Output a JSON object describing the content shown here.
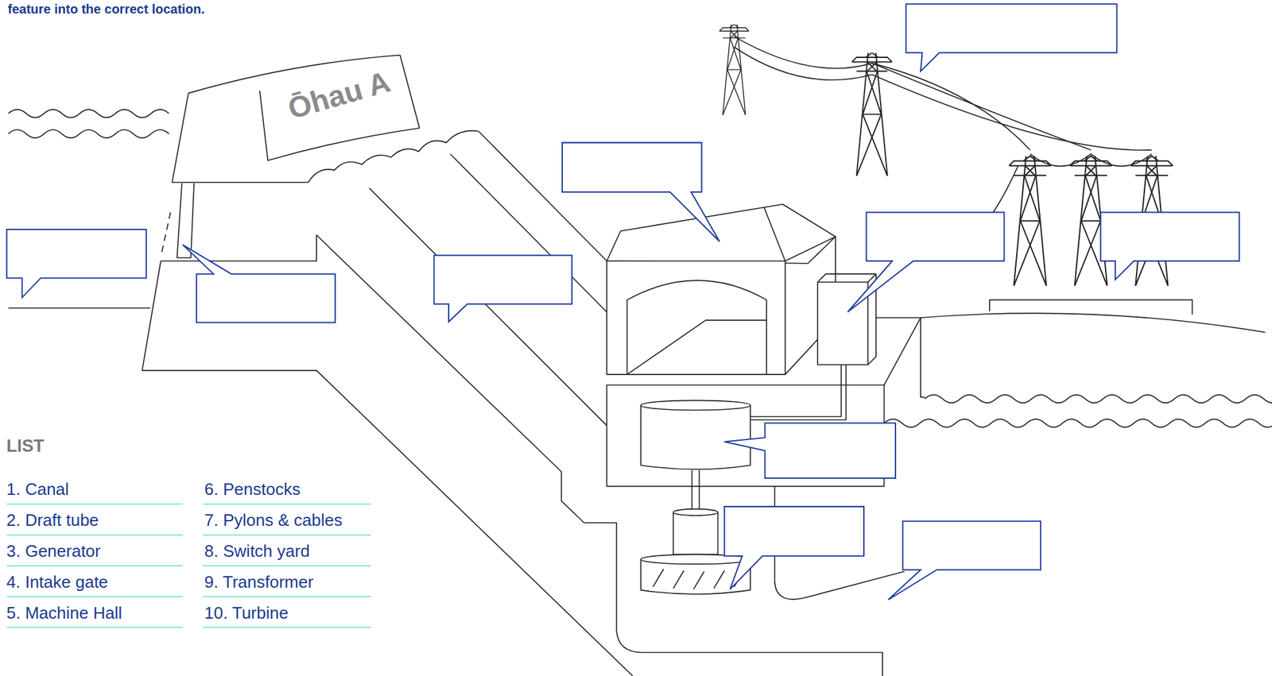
{
  "diagram": {
    "labels": [
      "feature into the correct location.",
      "Ōhau A",
      "LIST",
      "1. Canal",
      "2. Draft tube",
      "3. Generator",
      "4. Intake gate",
      "5. Machine Hall",
      "6. Penstocks",
      "7. Pylons & cables",
      "8. Switch yard",
      "9. Transformer",
      "10. Turbine"
    ]
  }
}
